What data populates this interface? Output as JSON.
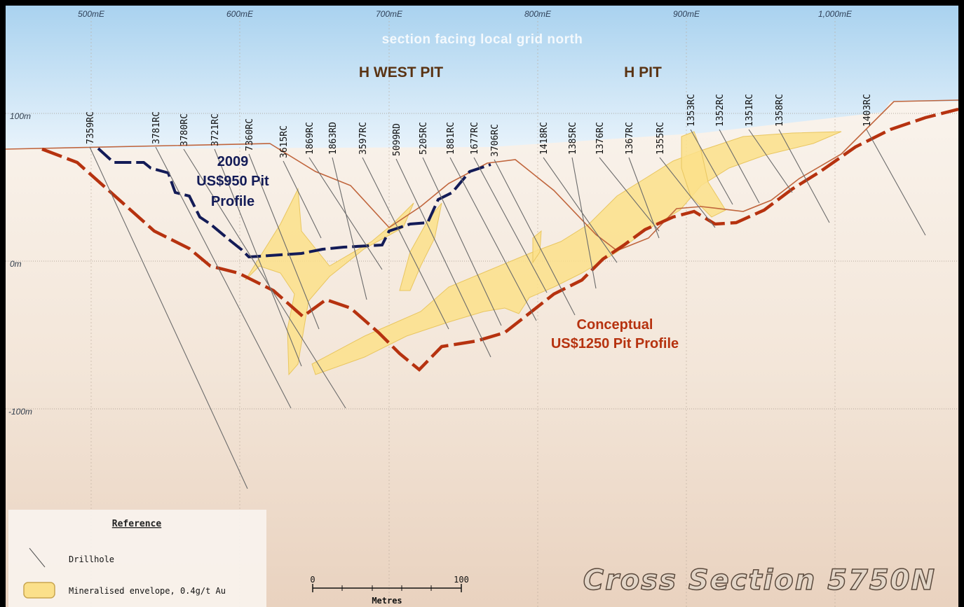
{
  "section": {
    "title": "Cross Section 5750N",
    "facing_note": "section facing local grid north"
  },
  "eastings": [
    "500mE",
    "600mE",
    "700mE",
    "800mE",
    "900mE",
    "1,000mE"
  ],
  "elevations": [
    "100m",
    "0m",
    "-100m"
  ],
  "pits": {
    "west": "H WEST  PIT",
    "main": "H  PIT"
  },
  "profiles": {
    "pit_2009": {
      "line1": "2009",
      "line2": "US$950 Pit",
      "line3": "Profile",
      "color": "#131b57"
    },
    "conceptual": {
      "line1": "Conceptual",
      "line2": "US$1250 Pit Profile",
      "color": "#b6320f"
    }
  },
  "drillholes": [
    "7359RC",
    "3781RC",
    "3780RC",
    "3721RC",
    "7360RC",
    "3615RC",
    "1869RC",
    "1863RD",
    "3597RC",
    "5099RD",
    "5205RC",
    "1881RC",
    "1677RC",
    "3706RC",
    "1418RC",
    "1385RC",
    "1376RC",
    "1367RC",
    "1355RC",
    "1353RC",
    "1352RC",
    "1351RC",
    "1358RC",
    "1403RC"
  ],
  "legend": {
    "title": "Reference",
    "drillhole": "Drillhole",
    "envelope": "Mineralised envelope, 0.4g/t Au"
  },
  "scale": {
    "start": "0",
    "end": "100",
    "unit": "Metres"
  },
  "colors": {
    "sky_top": "#a9d2ef",
    "ground": "#f5ece3",
    "envelope": "#fbe08a",
    "topography": "#c0653c"
  }
}
